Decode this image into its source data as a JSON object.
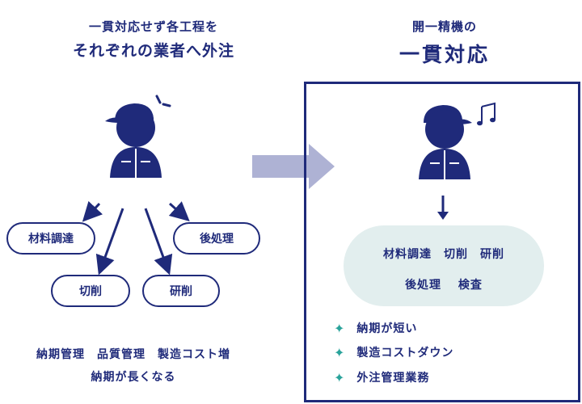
{
  "left": {
    "title_line1": "一貫対応せず各工程を",
    "title_line2": "それぞれの業者へ外注",
    "processes": [
      "材料調達",
      "後処理",
      "切削",
      "研削"
    ],
    "problems_line1": "納期管理　品質管理　製造コスト増",
    "problems_line2": "納期が長くなる"
  },
  "right": {
    "title_line1": "開一精機の",
    "title_line2": "一貫対応",
    "cloud_line1": "材料調達　切削　研削",
    "cloud_line2": "後処理　 検査",
    "benefits": [
      "納期が短い",
      "製造コストダウン",
      "外注管理業務"
    ]
  },
  "colors": {
    "navy": "#1f2a7a",
    "arrow": "#aeb2d4",
    "cloud": "#e2eeee",
    "accent": "#2aa39b"
  },
  "icons": {
    "worker": "worker-with-cap-icon",
    "sweat": "sweat-drop-icon",
    "music": "music-note-icon",
    "benefit": "sparkle-star-icon"
  }
}
